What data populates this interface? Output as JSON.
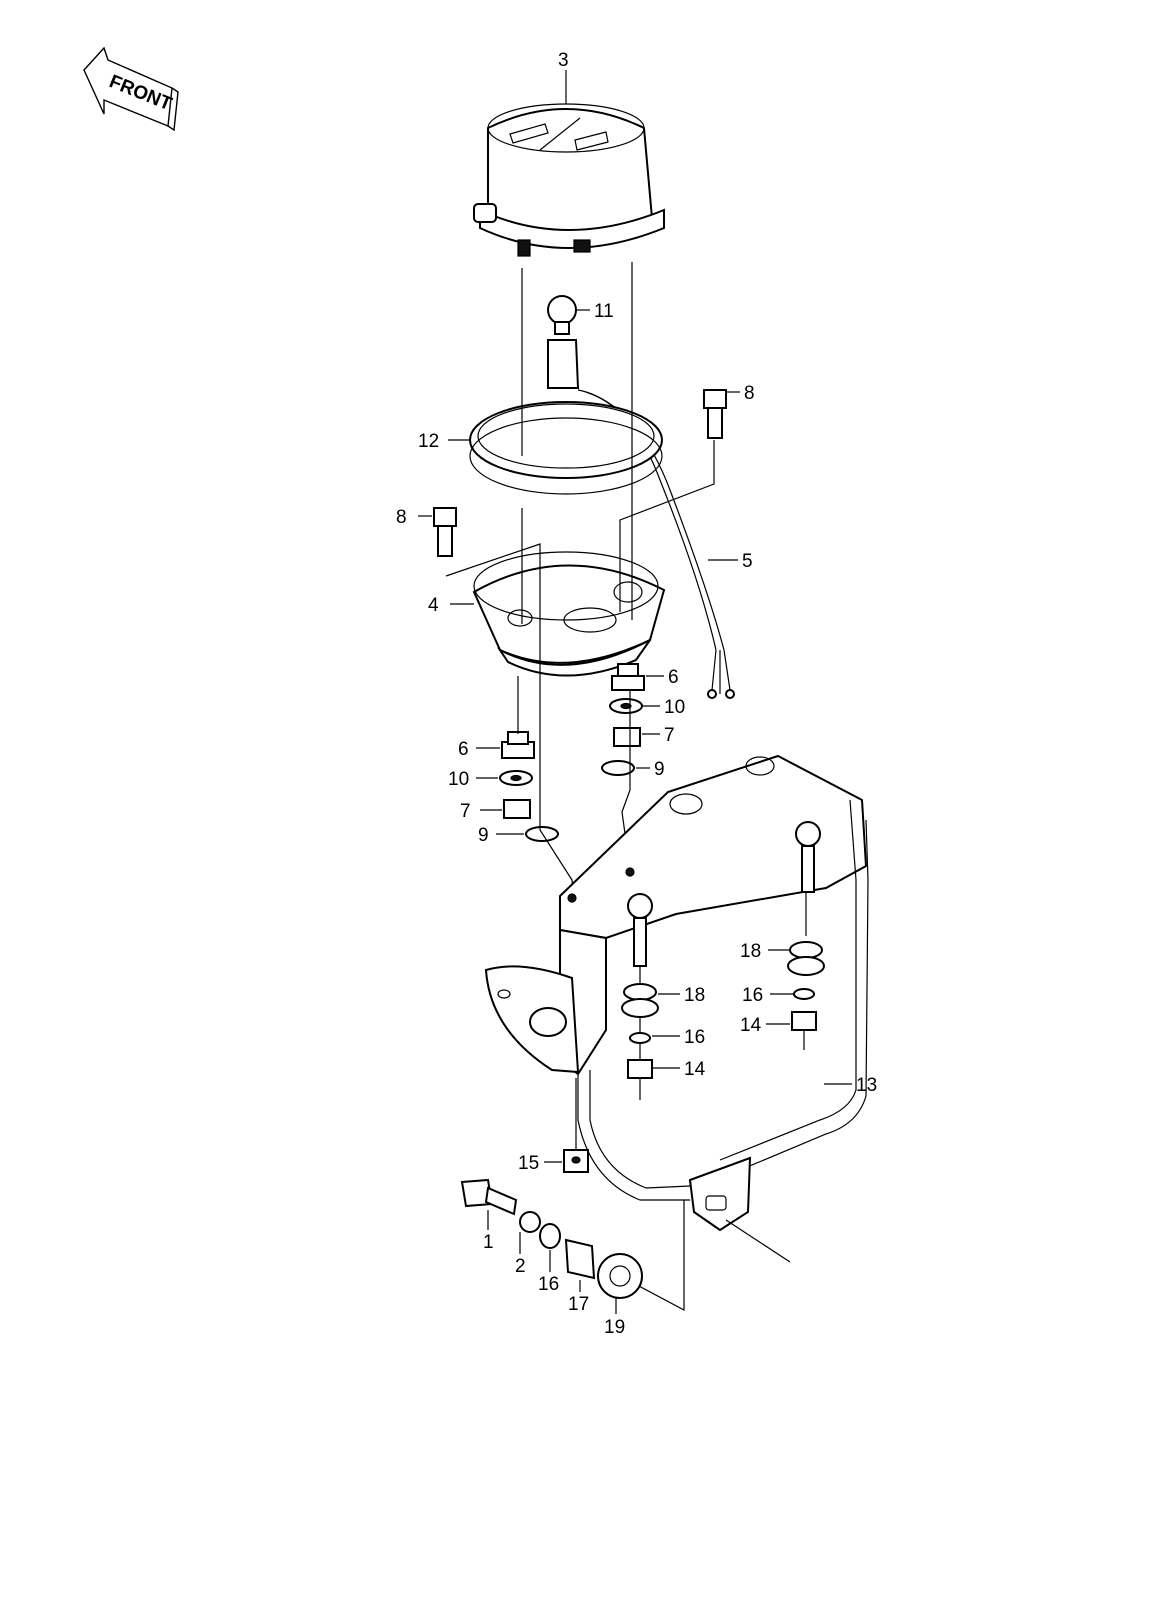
{
  "front_arrow": {
    "text": "FRONT"
  },
  "callouts": [
    {
      "id": "c3",
      "text": "3"
    },
    {
      "id": "c11",
      "text": "11"
    },
    {
      "id": "c8a",
      "text": "8"
    },
    {
      "id": "c12",
      "text": "12"
    },
    {
      "id": "c8b",
      "text": "8"
    },
    {
      "id": "c5",
      "text": "5"
    },
    {
      "id": "c4",
      "text": "4"
    },
    {
      "id": "c6a",
      "text": "6"
    },
    {
      "id": "c10a",
      "text": "10"
    },
    {
      "id": "c7a",
      "text": "7"
    },
    {
      "id": "c9a",
      "text": "9"
    },
    {
      "id": "c6b",
      "text": "6"
    },
    {
      "id": "c10b",
      "text": "10"
    },
    {
      "id": "c7b",
      "text": "7"
    },
    {
      "id": "c9b",
      "text": "9"
    },
    {
      "id": "c18a",
      "text": "18"
    },
    {
      "id": "c16a",
      "text": "16"
    },
    {
      "id": "c14a",
      "text": "14"
    },
    {
      "id": "c18b",
      "text": "18"
    },
    {
      "id": "c16b",
      "text": "16"
    },
    {
      "id": "c14b",
      "text": "14"
    },
    {
      "id": "c13",
      "text": "13"
    },
    {
      "id": "c15",
      "text": "15"
    },
    {
      "id": "c1",
      "text": "1"
    },
    {
      "id": "c2",
      "text": "2"
    },
    {
      "id": "c16c",
      "text": "16"
    },
    {
      "id": "c17",
      "text": "17"
    },
    {
      "id": "c19",
      "text": "19"
    }
  ]
}
